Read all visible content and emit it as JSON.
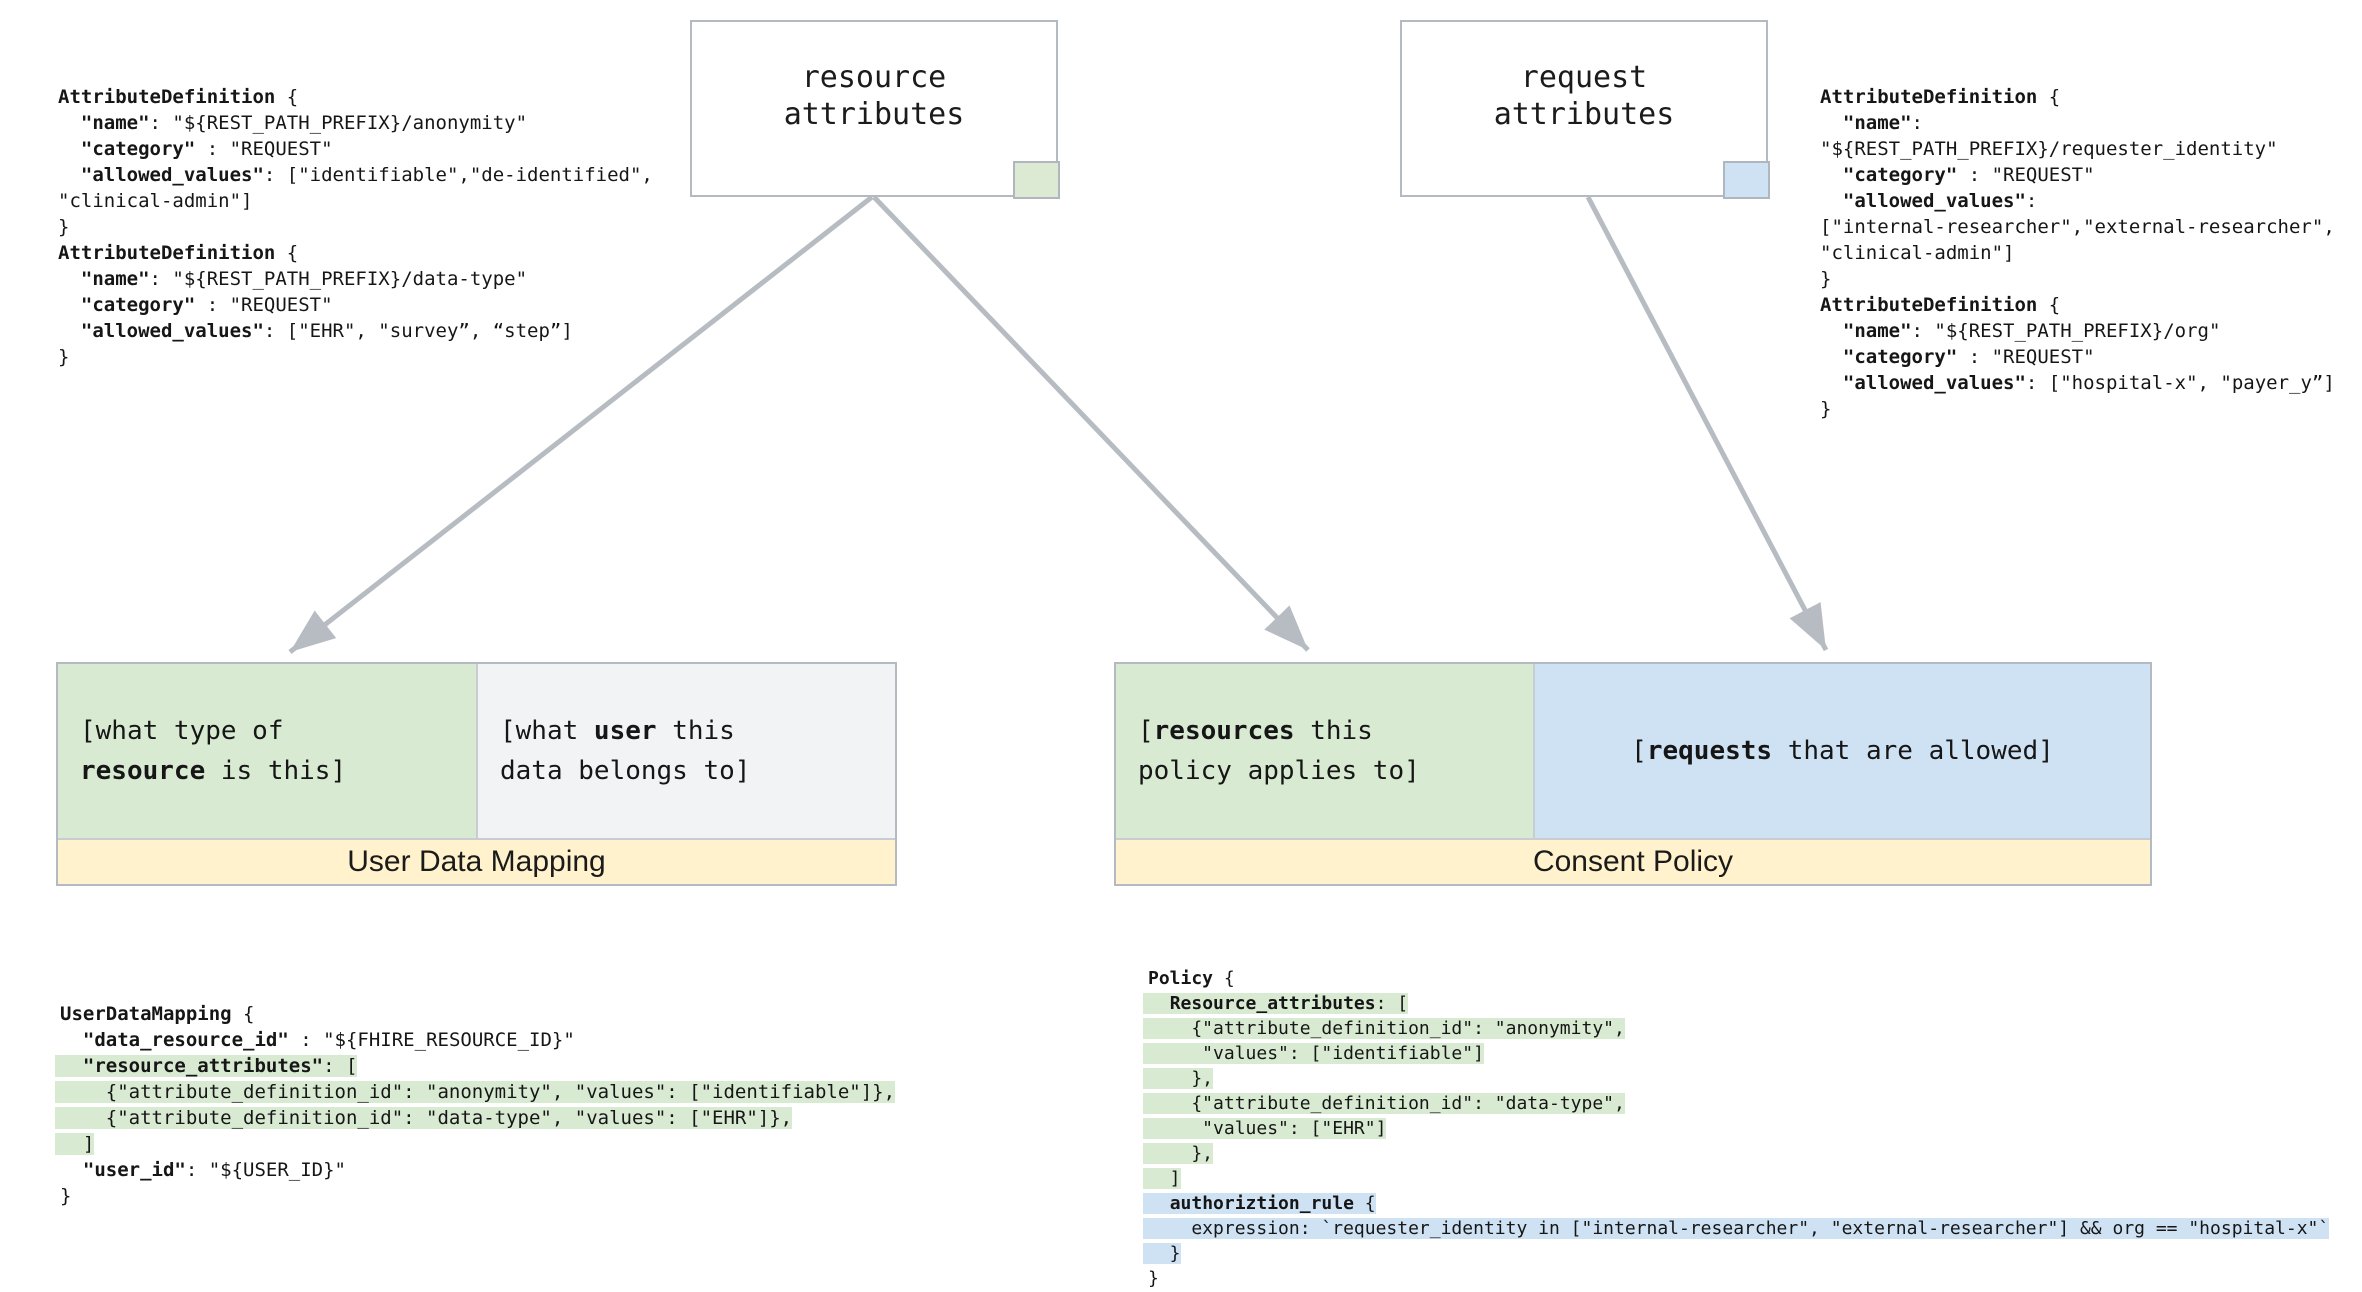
{
  "colors": {
    "green": "#d9ead3",
    "blue": "#cfe2f3",
    "yellow": "#fff2cc",
    "grey_cell": "#f1f3f5",
    "border": "#b4bac1",
    "arrow": "#b7bcc3"
  },
  "nodes": {
    "resource_attributes": {
      "line1": "resource",
      "line2": "attributes"
    },
    "request_attributes": {
      "line1": "request",
      "line2": "attributes"
    }
  },
  "user_data_mapping": {
    "title": "User Data Mapping",
    "left_cell": [
      [
        {
          "t": "[what type of"
        }
      ],
      [
        {
          "t": "resource",
          "b": 1
        },
        {
          "t": " is this]"
        }
      ]
    ],
    "right_cell": [
      [
        {
          "t": "[what "
        },
        {
          "t": "user",
          "b": 1
        },
        {
          "t": " this"
        }
      ],
      [
        {
          "t": "data belongs to]"
        }
      ]
    ]
  },
  "consent_policy": {
    "title": "Consent Policy",
    "left_cell": [
      [
        {
          "t": "["
        },
        {
          "t": "resources",
          "b": 1
        },
        {
          "t": " this"
        }
      ],
      [
        {
          "t": "policy applies to]"
        }
      ]
    ],
    "right_cell": [
      [
        {
          "t": "["
        },
        {
          "t": "requests",
          "b": 1
        },
        {
          "t": " that are allowed]"
        }
      ]
    ]
  },
  "code_blocks": {
    "resource_attribute_definitions": [
      [
        {
          "t": "AttributeDefinition",
          "b": 1
        },
        {
          "t": " {"
        }
      ],
      [
        {
          "t": "  "
        },
        {
          "t": "\"name\"",
          "b": 1
        },
        {
          "t": ": \"${REST_PATH_PREFIX}/anonymity\""
        }
      ],
      [
        {
          "t": "  "
        },
        {
          "t": "\"category\"",
          "b": 1
        },
        {
          "t": " : \"REQUEST\""
        }
      ],
      [
        {
          "t": "  "
        },
        {
          "t": "\"allowed_values\"",
          "b": 1
        },
        {
          "t": ": [\"identifiable\",\"de-identified\","
        }
      ],
      [
        {
          "t": "\"clinical-admin\"]"
        }
      ],
      [
        {
          "t": "}"
        }
      ],
      [
        {
          "t": "AttributeDefinition",
          "b": 1
        },
        {
          "t": " {"
        }
      ],
      [
        {
          "t": "  "
        },
        {
          "t": "\"name\"",
          "b": 1
        },
        {
          "t": ": \"${REST_PATH_PREFIX}/data-type\""
        }
      ],
      [
        {
          "t": "  "
        },
        {
          "t": "\"category\"",
          "b": 1
        },
        {
          "t": " : \"REQUEST\""
        }
      ],
      [
        {
          "t": "  "
        },
        {
          "t": "\"allowed_values\"",
          "b": 1
        },
        {
          "t": ": [\"EHR\", \"survey”, “step”]"
        }
      ],
      [
        {
          "t": "}"
        }
      ]
    ],
    "request_attribute_definitions": [
      [
        {
          "t": "AttributeDefinition",
          "b": 1
        },
        {
          "t": " {"
        }
      ],
      [
        {
          "t": "  "
        },
        {
          "t": "\"name\"",
          "b": 1
        },
        {
          "t": ":"
        }
      ],
      [
        {
          "t": "\"${REST_PATH_PREFIX}/requester_identity\""
        }
      ],
      [
        {
          "t": "  "
        },
        {
          "t": "\"category\"",
          "b": 1
        },
        {
          "t": " : \"REQUEST\""
        }
      ],
      [
        {
          "t": "  "
        },
        {
          "t": "\"allowed_values\"",
          "b": 1
        },
        {
          "t": ":"
        }
      ],
      [
        {
          "t": "[\"internal-researcher\",\"external-researcher\","
        }
      ],
      [
        {
          "t": "\"clinical-admin\"]"
        }
      ],
      [
        {
          "t": "}"
        }
      ],
      [
        {
          "t": "AttributeDefinition",
          "b": 1
        },
        {
          "t": " {"
        }
      ],
      [
        {
          "t": "  "
        },
        {
          "t": "\"name\"",
          "b": 1
        },
        {
          "t": ": \"${REST_PATH_PREFIX}/org\""
        }
      ],
      [
        {
          "t": "  "
        },
        {
          "t": "\"category\"",
          "b": 1
        },
        {
          "t": " : \"REQUEST\""
        }
      ],
      [
        {
          "t": "  "
        },
        {
          "t": "\"allowed_values\"",
          "b": 1
        },
        {
          "t": ": [\"hospital-x\", \"payer_y”]"
        }
      ],
      [
        {
          "t": "}"
        }
      ]
    ],
    "user_data_mapping_example": [
      [
        {
          "t": "UserDataMapping",
          "b": 1
        },
        {
          "t": " {"
        }
      ],
      [
        {
          "t": "  "
        },
        {
          "t": "\"data_resource_id\"",
          "b": 1
        },
        {
          "t": " : \"${FHIRE_RESOURCE_ID}\""
        }
      ],
      [
        {
          "t": "  ",
          "h": "g"
        },
        {
          "t": "\"resource_attributes\"",
          "b": 1,
          "h": "g"
        },
        {
          "t": ": [",
          "h": "g"
        }
      ],
      [
        {
          "t": "    {\"attribute_definition_id\": \"anonymity\", \"values\": [\"identifiable\"]},",
          "h": "g"
        }
      ],
      [
        {
          "t": "    {\"attribute_definition_id\": \"data-type\", \"values\": [\"EHR\"]},",
          "h": "g"
        }
      ],
      [
        {
          "t": "  ]",
          "h": "g"
        }
      ],
      [
        {
          "t": "  "
        },
        {
          "t": "\"user_id\"",
          "b": 1
        },
        {
          "t": ": \"${USER_ID}\""
        }
      ],
      [
        {
          "t": "}"
        }
      ]
    ],
    "policy_example": [
      [
        {
          "t": "Policy",
          "b": 1
        },
        {
          "t": " {"
        }
      ],
      [
        {
          "t": "  ",
          "h": "g"
        },
        {
          "t": "Resource_attributes",
          "b": 1,
          "h": "g"
        },
        {
          "t": ": [",
          "h": "g"
        }
      ],
      [
        {
          "t": "    {\"attribute_definition_id\": \"anonymity\",",
          "h": "g"
        }
      ],
      [
        {
          "t": "     \"values\": [\"identifiable\"]",
          "h": "g"
        }
      ],
      [
        {
          "t": "    },",
          "h": "g"
        }
      ],
      [
        {
          "t": "    {\"attribute_definition_id\": \"data-type\",",
          "h": "g"
        }
      ],
      [
        {
          "t": "     \"values\": [\"EHR\"]",
          "h": "g"
        }
      ],
      [
        {
          "t": "    },",
          "h": "g"
        }
      ],
      [
        {
          "t": "  ]",
          "h": "g"
        }
      ],
      [
        {
          "t": "  ",
          "h": "b"
        },
        {
          "t": "authoriztion_rule",
          "b": 1,
          "h": "b"
        },
        {
          "t": " {",
          "h": "b"
        }
      ],
      [
        {
          "t": "    expression: `requester_identity in [\"internal-researcher\", \"external-researcher\"] && org == \"hospital-x\"`",
          "h": "b"
        }
      ],
      [
        {
          "t": "  }",
          "h": "b"
        }
      ],
      [
        {
          "t": "}"
        }
      ]
    ]
  }
}
